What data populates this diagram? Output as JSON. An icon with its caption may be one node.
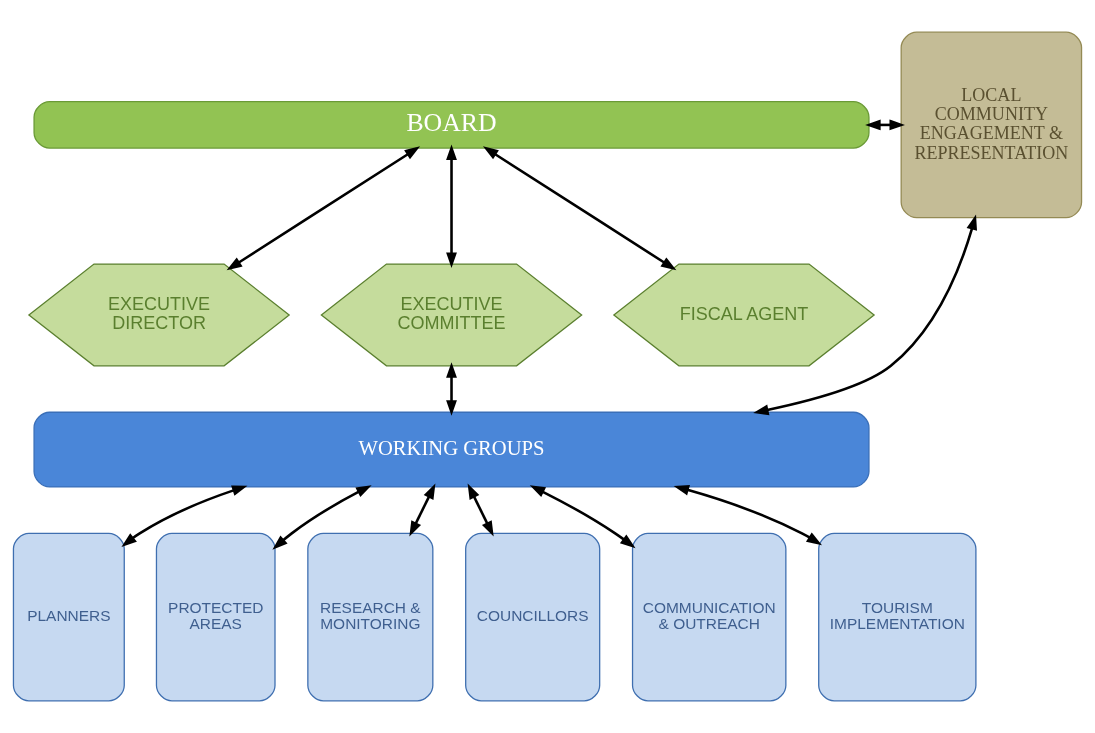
{
  "diagram": {
    "nodes": [
      {
        "text": [
          "BOARD"
        ]
      },
      {
        "text": [
          "EXECUTIVE DIRECTOR"
        ]
      },
      {
        "text": [
          "EXECUTIVE COMMITTEE"
        ]
      },
      {
        "text": [
          "FISCAL AGENT"
        ]
      },
      {
        "text": [
          "WORKING GROUPS"
        ]
      },
      {
        "text": [
          "PLANNERS"
        ]
      },
      {
        "text": [
          "PROTECTED AREAS"
        ]
      },
      {
        "text": [
          "RESEARCH & MONITORING"
        ]
      },
      {
        "text": [
          "COUNCILLORS"
        ]
      },
      {
        "text": [
          "COMMUNICATION & OUTREACH"
        ]
      },
      {
        "text": [
          "TOURISM IMPLEMENTATION"
        ]
      },
      {
        "text": [
          "LOCAL COMMUNITY ENGAGEMENT & REPRESENTATION"
        ]
      }
    ],
    "edges": [
      {
        "from": 0,
        "to": 1,
        "arrow": "both"
      },
      {
        "from": 0,
        "to": 2,
        "arrow": "both"
      },
      {
        "from": 0,
        "to": 3,
        "arrow": "both"
      },
      {
        "from": 0,
        "to": 11,
        "arrow": "both"
      },
      {
        "from": 2,
        "to": 4,
        "arrow": "both"
      },
      {
        "from": 4,
        "to": 11,
        "arrow": "both"
      },
      {
        "from": 4,
        "to": 5,
        "arrow": "both"
      },
      {
        "from": 4,
        "to": 6,
        "arrow": "both"
      },
      {
        "from": 4,
        "to": 7,
        "arrow": "both"
      },
      {
        "from": 4,
        "to": 8,
        "arrow": "both"
      },
      {
        "from": 4,
        "to": 9,
        "arrow": "both"
      },
      {
        "from": 4,
        "to": 10,
        "arrow": "both"
      }
    ]
  }
}
